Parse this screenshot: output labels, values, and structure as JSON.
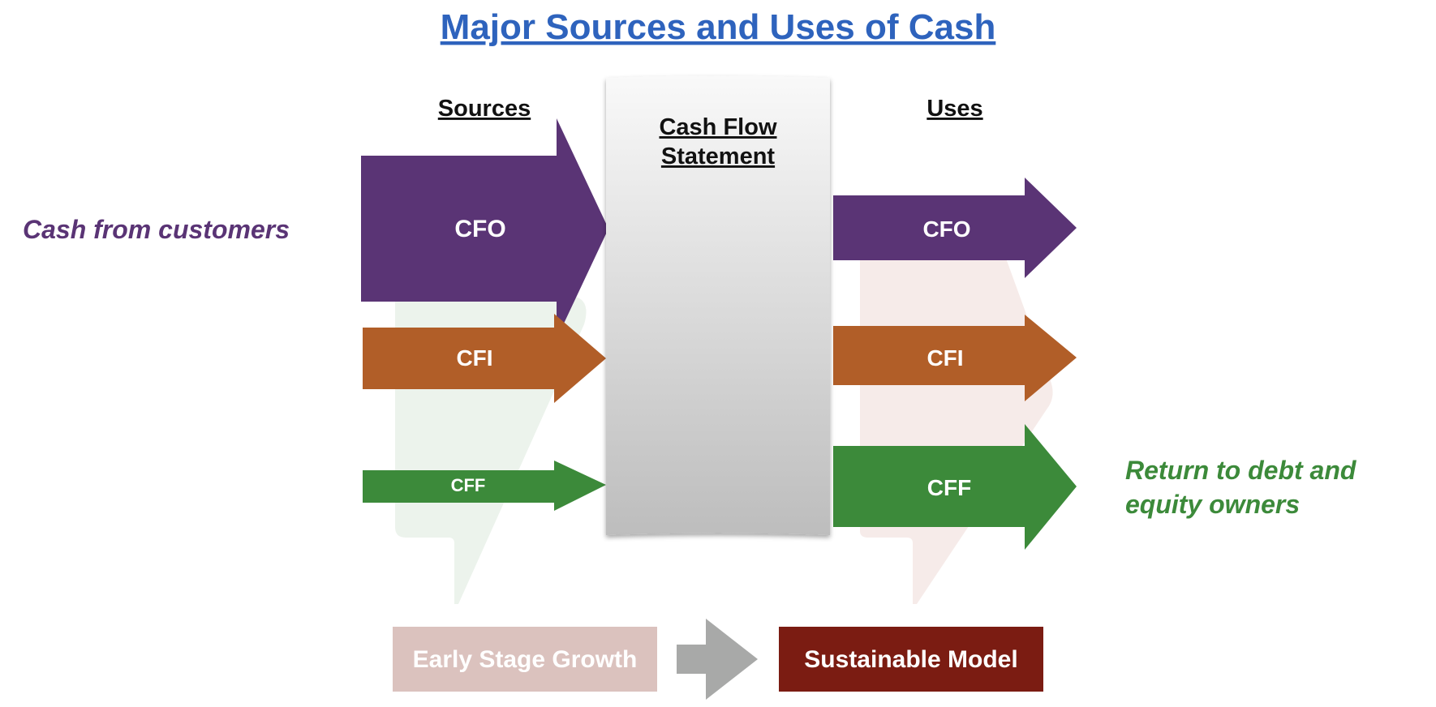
{
  "title": "Major Sources and Uses of Cash",
  "headers": {
    "sources": "Sources",
    "uses": "Uses",
    "center_line1": "Cash Flow",
    "center_line2": "Statement"
  },
  "side_notes": {
    "left": "Cash from customers",
    "right_line1": "Return to debt and",
    "right_line2": "equity owners"
  },
  "sources_arrows": [
    {
      "label": "CFO",
      "color": "#5a3475"
    },
    {
      "label": "CFI",
      "color": "#b15e28"
    },
    {
      "label": "CFF",
      "color": "#3c8a3a"
    }
  ],
  "uses_arrows": [
    {
      "label": "CFO",
      "color": "#5a3475"
    },
    {
      "label": "CFI",
      "color": "#b15e28"
    },
    {
      "label": "CFF",
      "color": "#3c8a3a"
    }
  ],
  "stages": {
    "early": "Early Stage Growth",
    "sustainable": "Sustainable Model"
  },
  "colors": {
    "title": "#2e63bd",
    "left_note": "#5a3475",
    "right_note": "#3c8a3a",
    "early_box": "#dbc2be",
    "sustainable_box": "#7b1c12",
    "transition_arrow": "#a8a9a8",
    "ghost_left": "#ecf3ec",
    "ghost_right": "#f6ebe9"
  }
}
